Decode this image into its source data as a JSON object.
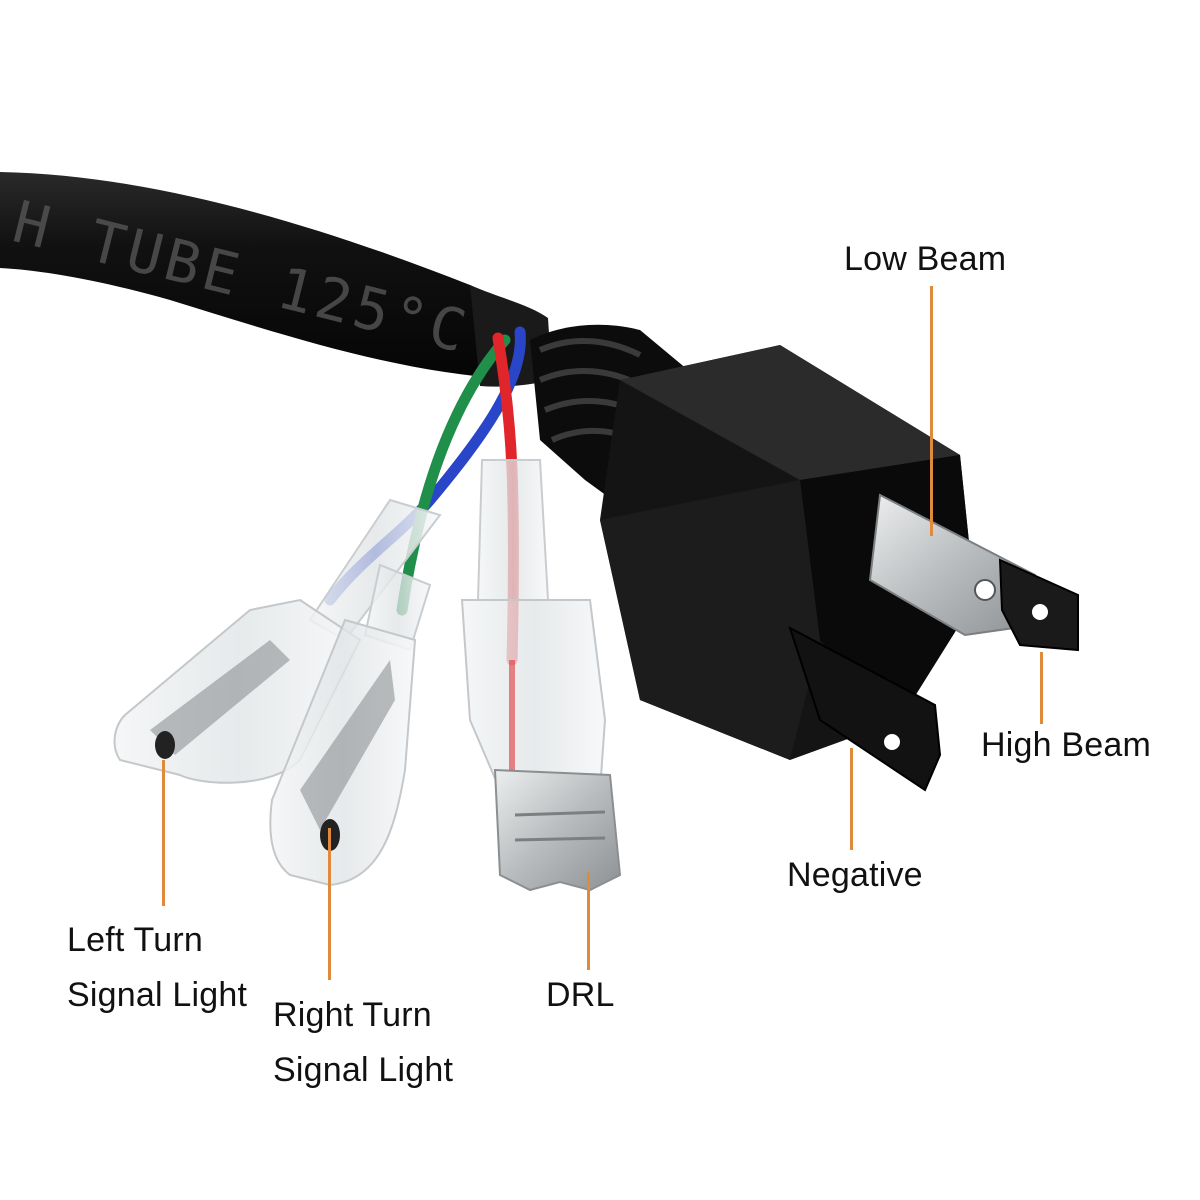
{
  "cable_print": "H TUBE 125°C",
  "labels": {
    "low_beam": "Low Beam",
    "high_beam": "High Beam",
    "negative": "Negative",
    "drl": "DRL",
    "left_turn_line1": "Left Turn",
    "left_turn_line2": "Signal Light",
    "right_turn_line1": "Right Turn",
    "right_turn_line2": "Signal Light"
  },
  "colors": {
    "leader_line": "#e08a3c",
    "cable": "#121212",
    "wire_red": "#e0262a",
    "wire_blue": "#2a46c8",
    "wire_green": "#1f8f4a",
    "prong_metal": "#c9ccce"
  }
}
